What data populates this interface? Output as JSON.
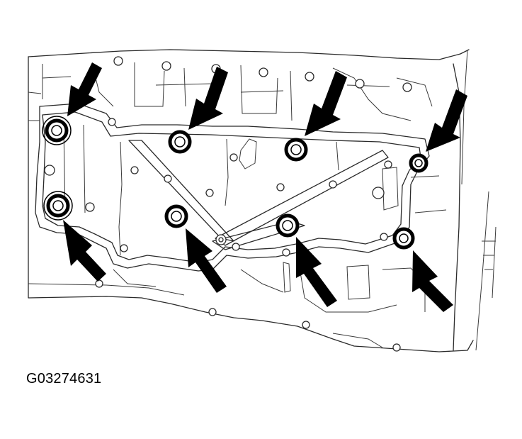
{
  "figure_id": "G03274631",
  "colors": {
    "line": "#2a2a2a",
    "arrow": "#000000",
    "background": "#ffffff"
  },
  "arrow_count": 8,
  "bolt_count": 8
}
